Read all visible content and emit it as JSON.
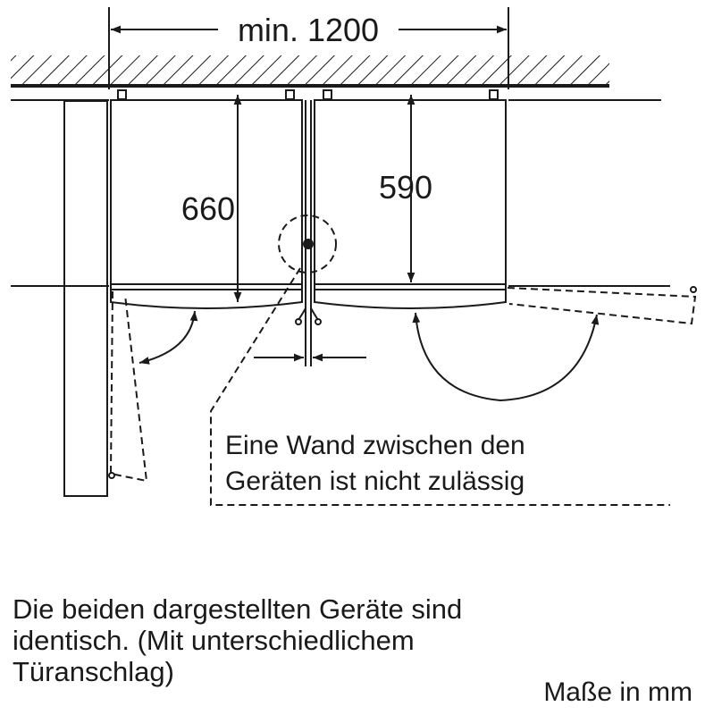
{
  "dimensions": {
    "min_width": "min. 1200",
    "height_left": "660",
    "height_right": "590"
  },
  "note": {
    "line1": "Eine Wand zwischen den",
    "line2": "Geräten ist nicht zulässig"
  },
  "caption": {
    "line1": "Die beiden dargestellten Geräte sind",
    "line2": "identisch. (Mit unterschiedlichem",
    "line3": "Türanschlag)"
  },
  "units": "Maße in mm"
}
